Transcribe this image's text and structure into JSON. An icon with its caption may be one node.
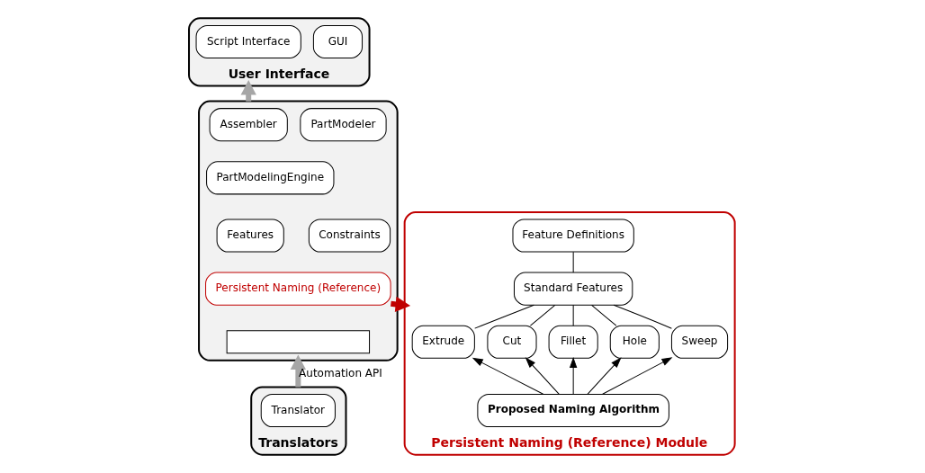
{
  "diagram": {
    "nodes": [
      {
        "text": [
          "User Interface"
        ]
      },
      {
        "text": [
          "GUI"
        ],
        "in": 0
      },
      {
        "text": [
          "Script Interface"
        ],
        "in": 0
      },
      {
        "text": [],
        "shape": "box"
      },
      {
        "text": [
          "Assembler"
        ],
        "in": 3
      },
      {
        "text": [
          "PartModeler"
        ],
        "in": 3
      },
      {
        "text": [
          "PartModelingEngine"
        ],
        "in": 3
      },
      {
        "text": [
          "Features"
        ],
        "in": 3
      },
      {
        "text": [
          "Constraints"
        ],
        "in": 3
      },
      {
        "text": [
          "Persistent Naming (Reference)"
        ],
        "in": 3
      },
      {
        "text": [],
        "shape": "box",
        "in": 3
      },
      {
        "text": [
          "Translators"
        ]
      },
      {
        "text": [
          "Translator"
        ],
        "in": 11
      },
      {
        "text": [
          "Persistent Naming (Reference) Module"
        ]
      },
      {
        "text": [
          "Feature Definitions"
        ],
        "in": 13
      },
      {
        "text": [
          "Standard Features"
        ],
        "in": 13
      },
      {
        "text": [
          "Extrude"
        ],
        "in": 13
      },
      {
        "text": [
          "Cut"
        ],
        "in": 13
      },
      {
        "text": [
          "Fillet"
        ],
        "in": 13
      },
      {
        "text": [
          "Hole"
        ],
        "in": 13
      },
      {
        "text": [
          "Sweep"
        ],
        "in": 13
      },
      {
        "text": [
          "Proposed Naming Algorithm"
        ],
        "in": 13
      }
    ],
    "edges": [
      {
        "from": 3,
        "to": 0,
        "arrow": "to",
        "style": "thick",
        "color": "#a6a6a6"
      },
      {
        "from": 11,
        "to": 3,
        "arrow": "to",
        "label": "Automation API",
        "style": "thick",
        "color": "#a6a6a6"
      },
      {
        "from": 9,
        "to": 13,
        "arrow": "to",
        "style": "thick",
        "color": "#c00000"
      },
      {
        "from": 15,
        "to": 14,
        "arrow": "none"
      },
      {
        "from": 16,
        "to": 15,
        "arrow": "none"
      },
      {
        "from": 17,
        "to": 15,
        "arrow": "none"
      },
      {
        "from": 18,
        "to": 15,
        "arrow": "none"
      },
      {
        "from": 19,
        "to": 15,
        "arrow": "none"
      },
      {
        "from": 20,
        "to": 15,
        "arrow": "none"
      },
      {
        "from": 21,
        "to": 16,
        "arrow": "to"
      },
      {
        "from": 21,
        "to": 17,
        "arrow": "to"
      },
      {
        "from": 21,
        "to": 18,
        "arrow": "to"
      },
      {
        "from": 21,
        "to": 19,
        "arrow": "to"
      },
      {
        "from": 21,
        "to": 20,
        "arrow": "to"
      }
    ]
  }
}
